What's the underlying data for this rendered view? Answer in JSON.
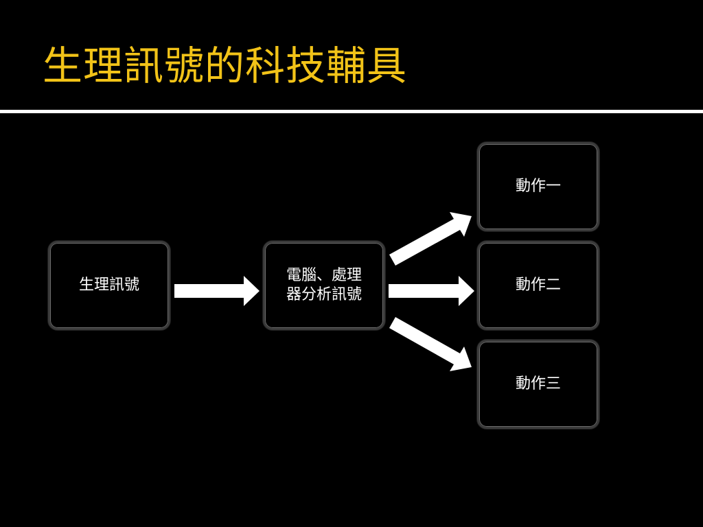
{
  "title": "生理訊號的科技輔具",
  "colors": {
    "background": "#000000",
    "title": "#F2C318",
    "rule": "#FFFFFF",
    "node_border": "#3A3A3A",
    "node_text": "#FFFFFF",
    "arrow": "#FFFFFF"
  },
  "diagram": {
    "source": {
      "label": "生理訊號"
    },
    "processor": {
      "label": "電腦、處理\n器分析訊號"
    },
    "actions": [
      {
        "label": "動作一"
      },
      {
        "label": "動作二"
      },
      {
        "label": "動作三"
      }
    ],
    "arrows": [
      "source-to-processor",
      "processor-to-action-1",
      "processor-to-action-2",
      "processor-to-action-3"
    ]
  }
}
